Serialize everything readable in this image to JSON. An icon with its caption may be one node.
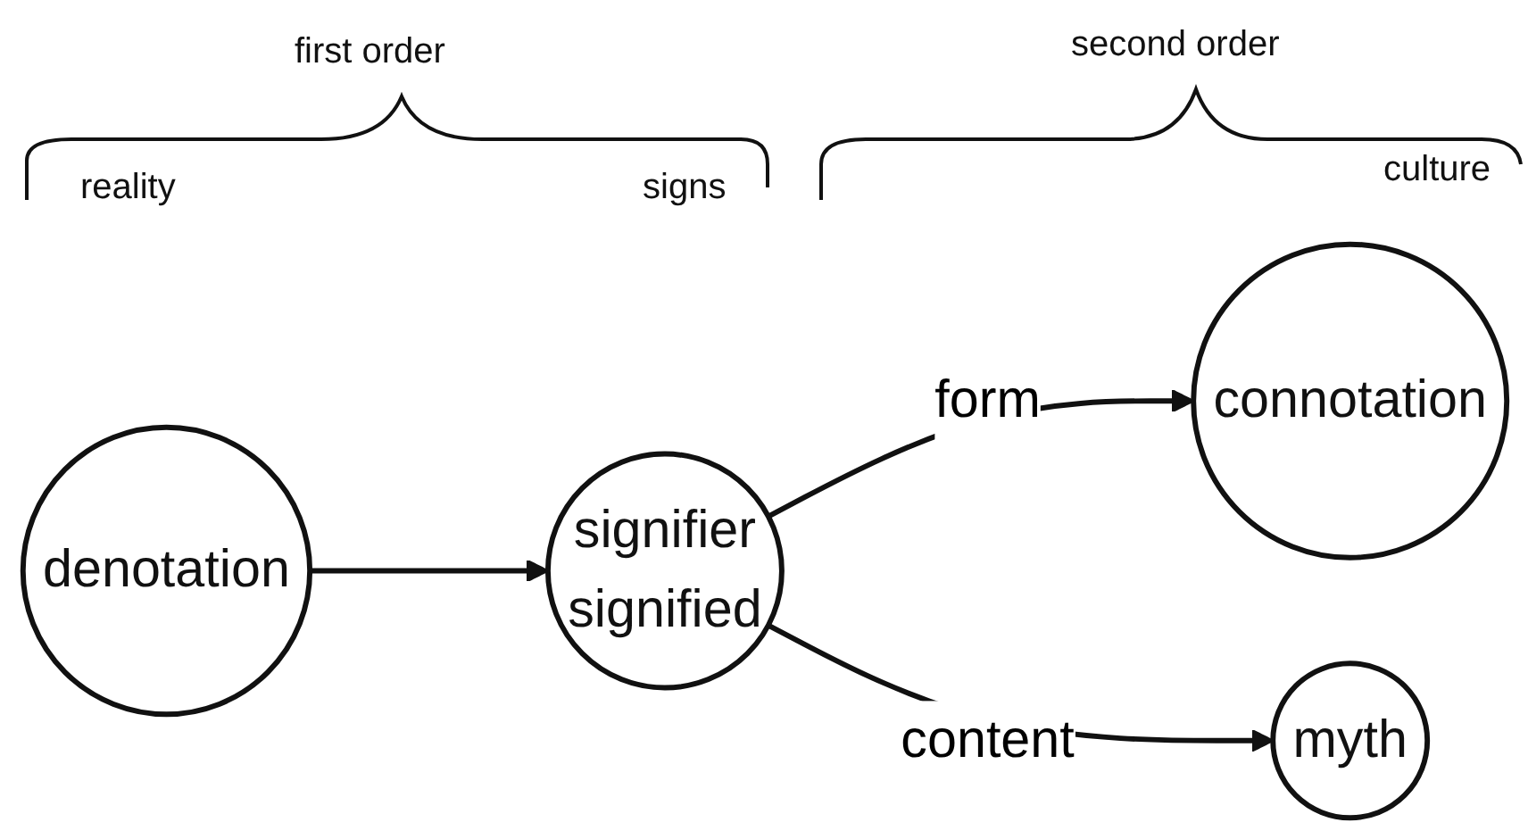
{
  "diagram": {
    "nodes": [
      {
        "text": [
          "denotation"
        ]
      },
      {
        "text": [
          "signifier",
          "signified"
        ]
      },
      {
        "text": [
          "connotation"
        ]
      },
      {
        "text": [
          "myth"
        ]
      }
    ],
    "edges": [
      {
        "from": 0,
        "to": 1,
        "arrow": "to"
      },
      {
        "from": 1,
        "to": 2,
        "arrow": "to",
        "label": "form"
      },
      {
        "from": 1,
        "to": 3,
        "arrow": "to",
        "label": "content"
      }
    ],
    "labels": [
      "first order",
      "second order",
      "reality",
      "signs",
      "culture"
    ]
  }
}
